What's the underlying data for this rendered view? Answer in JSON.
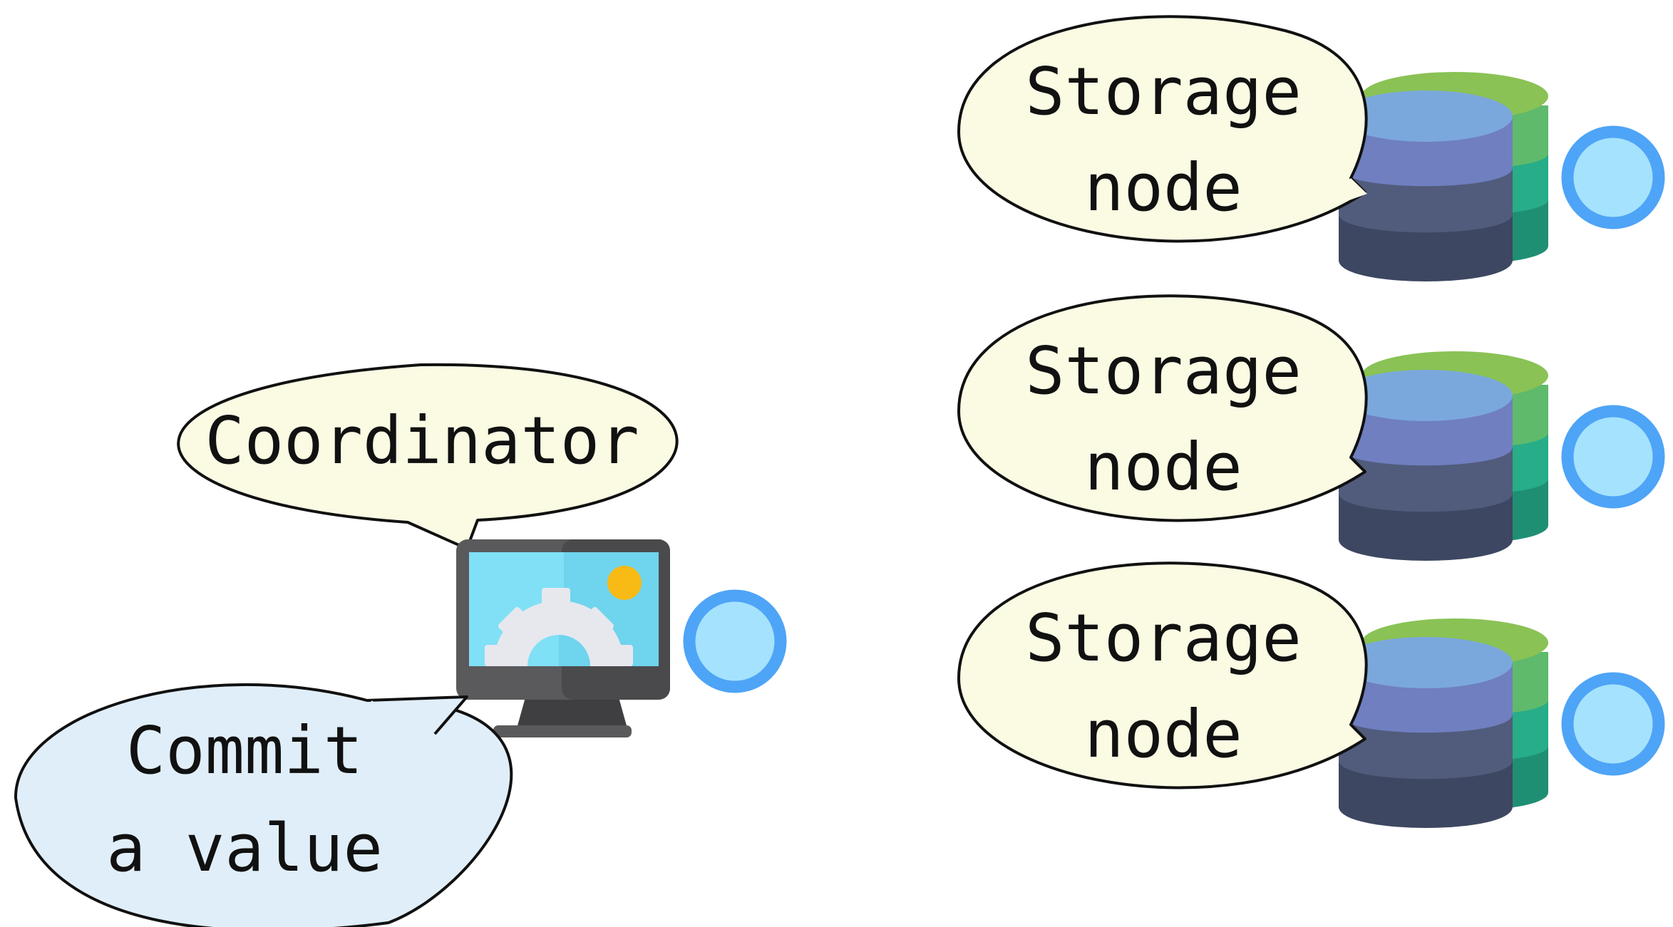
{
  "coordinator": {
    "label": "Coordinator",
    "request_line1": "Commit",
    "request_line2": "a value"
  },
  "storage_nodes": [
    {
      "line1": "Storage",
      "line2": "node"
    },
    {
      "line1": "Storage",
      "line2": "node"
    },
    {
      "line1": "Storage",
      "line2": "node"
    }
  ],
  "colors": {
    "callout_fill": "#fbfbe4",
    "request_fill": "#e0eefa",
    "status_dot_fill": "#a5e2fd",
    "status_dot_ring": "#4ea4f6",
    "monitor_frame": "#5a5a5c",
    "monitor_screen": "#7fe0f6",
    "db_blue": "#7ba8dc",
    "db_green": "#8ac255"
  }
}
